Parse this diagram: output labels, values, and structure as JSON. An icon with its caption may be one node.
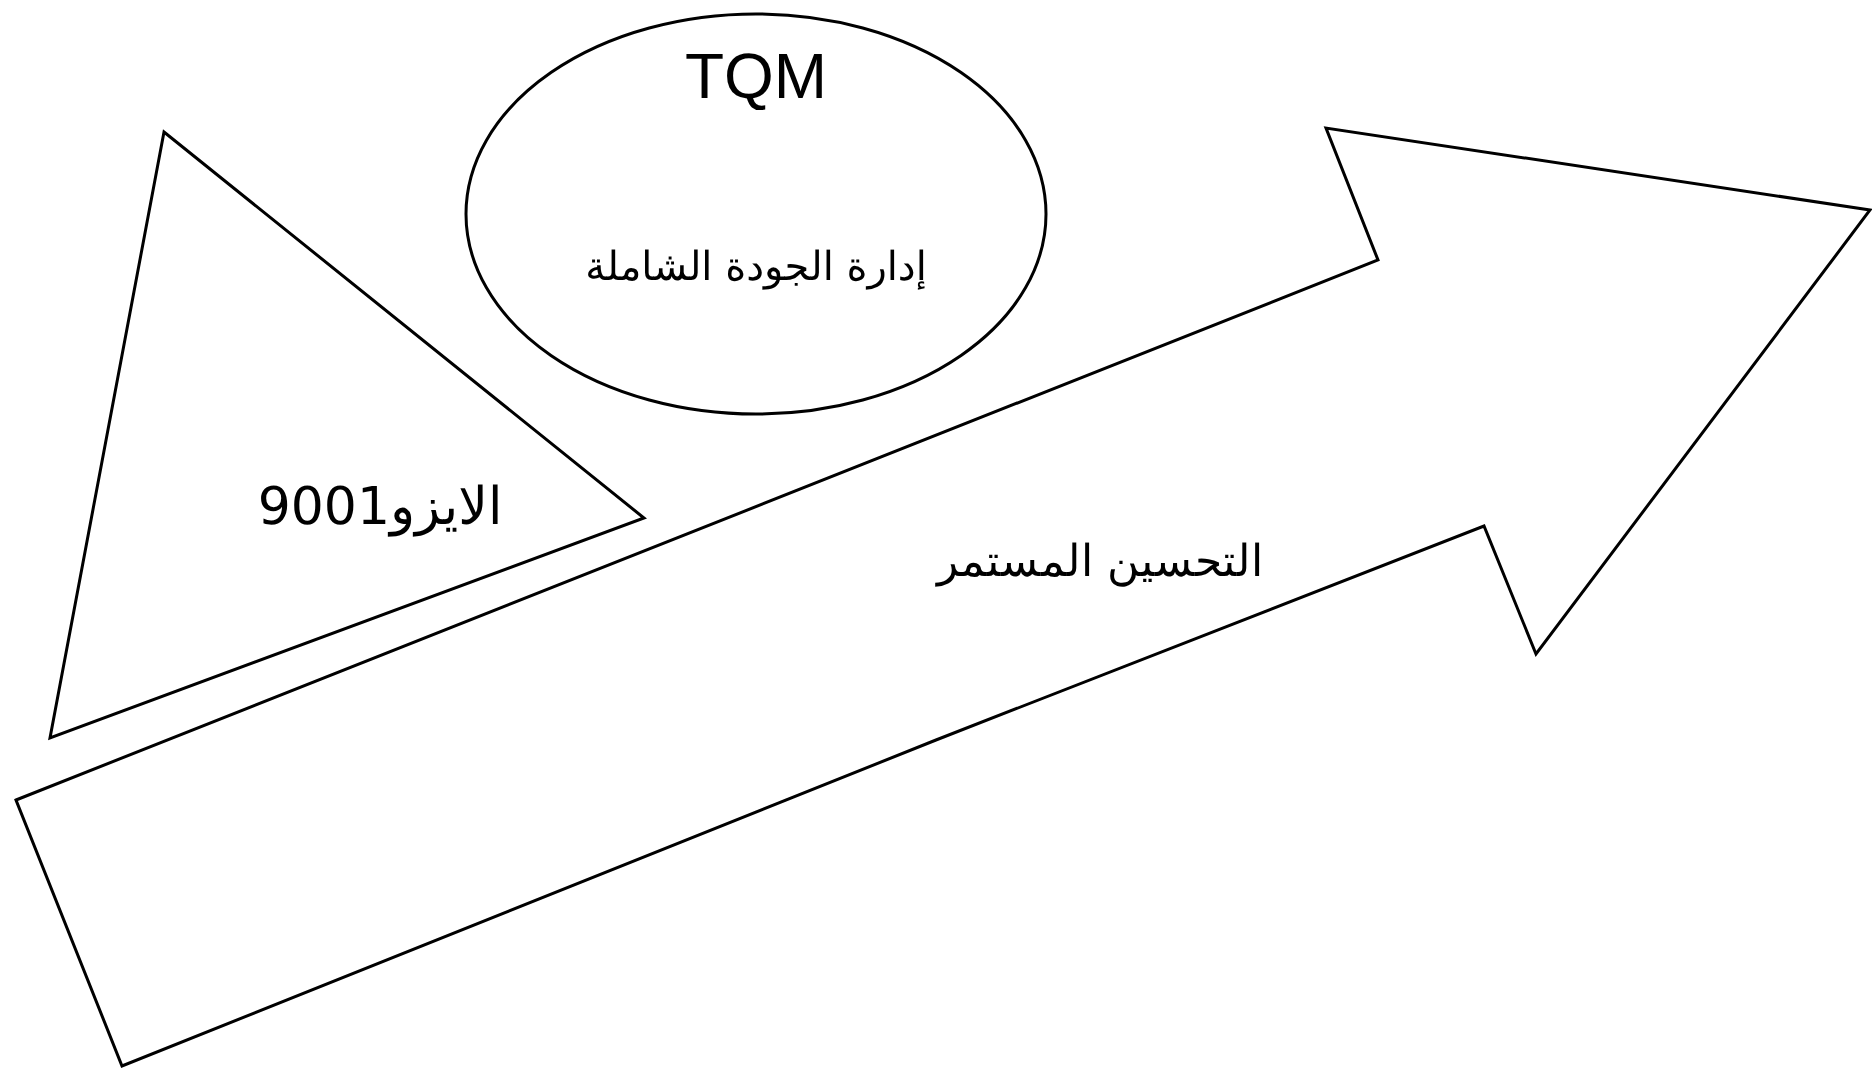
{
  "diagram": {
    "nodes": [
      {
        "text": [
          "TQM",
          "إدارة الجودة الشاملة"
        ]
      },
      {
        "text": [
          "الايزو9001"
        ]
      },
      {
        "text": [
          "التحسين المستمر"
        ]
      }
    ]
  }
}
